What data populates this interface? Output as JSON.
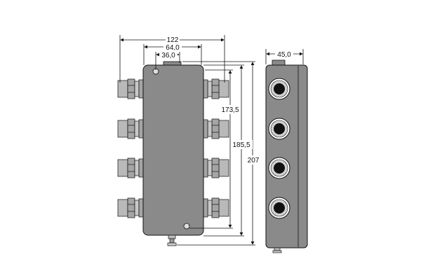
{
  "drawing": {
    "dimensions": {
      "overall_width": "122",
      "body_width": "64,0",
      "mount_spacing": "36,0",
      "mount_height": "173,5",
      "body_height": "185,5",
      "overall_height": "207",
      "side_width": "45,0"
    },
    "colors": {
      "body": "#8a8a8a",
      "connector": "#b9b9b9",
      "socket": "#111111",
      "line": "#111111"
    }
  }
}
